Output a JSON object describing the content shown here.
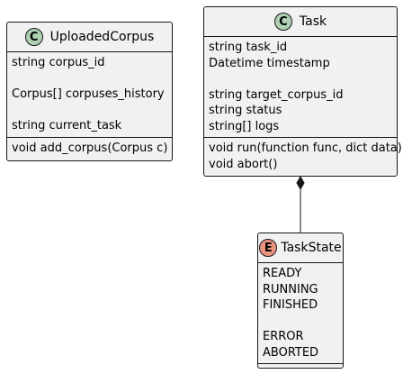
{
  "colors": {
    "background": "#ffffff",
    "class_fill": "#f1f1f1",
    "border": "#181818",
    "class_badge": "#add1b2",
    "enum_badge": "#eb937f"
  },
  "uploaded_corpus": {
    "badge_letter": "C",
    "badge_icon": "class-icon",
    "name": "UploadedCorpus",
    "fields": [
      "string corpus_id",
      "",
      "Corpus[] corpuses_history",
      "",
      "string current_task"
    ],
    "methods": [
      "void add_corpus(Corpus c)"
    ]
  },
  "task": {
    "badge_letter": "C",
    "badge_icon": "class-icon",
    "name": "Task",
    "fields": [
      "string task_id",
      "Datetime timestamp",
      "",
      "string target_corpus_id",
      "string status",
      "string[] logs"
    ],
    "methods": [
      "void run(function func, dict data)",
      "void abort()"
    ]
  },
  "task_state": {
    "badge_letter": "E",
    "badge_icon": "enum-icon",
    "name": "TaskState",
    "values": [
      "READY",
      "RUNNING",
      "FINISHED",
      "",
      "ERROR",
      "ABORTED"
    ]
  },
  "relation": {
    "from": "Task",
    "to": "TaskState",
    "type": "composition"
  }
}
